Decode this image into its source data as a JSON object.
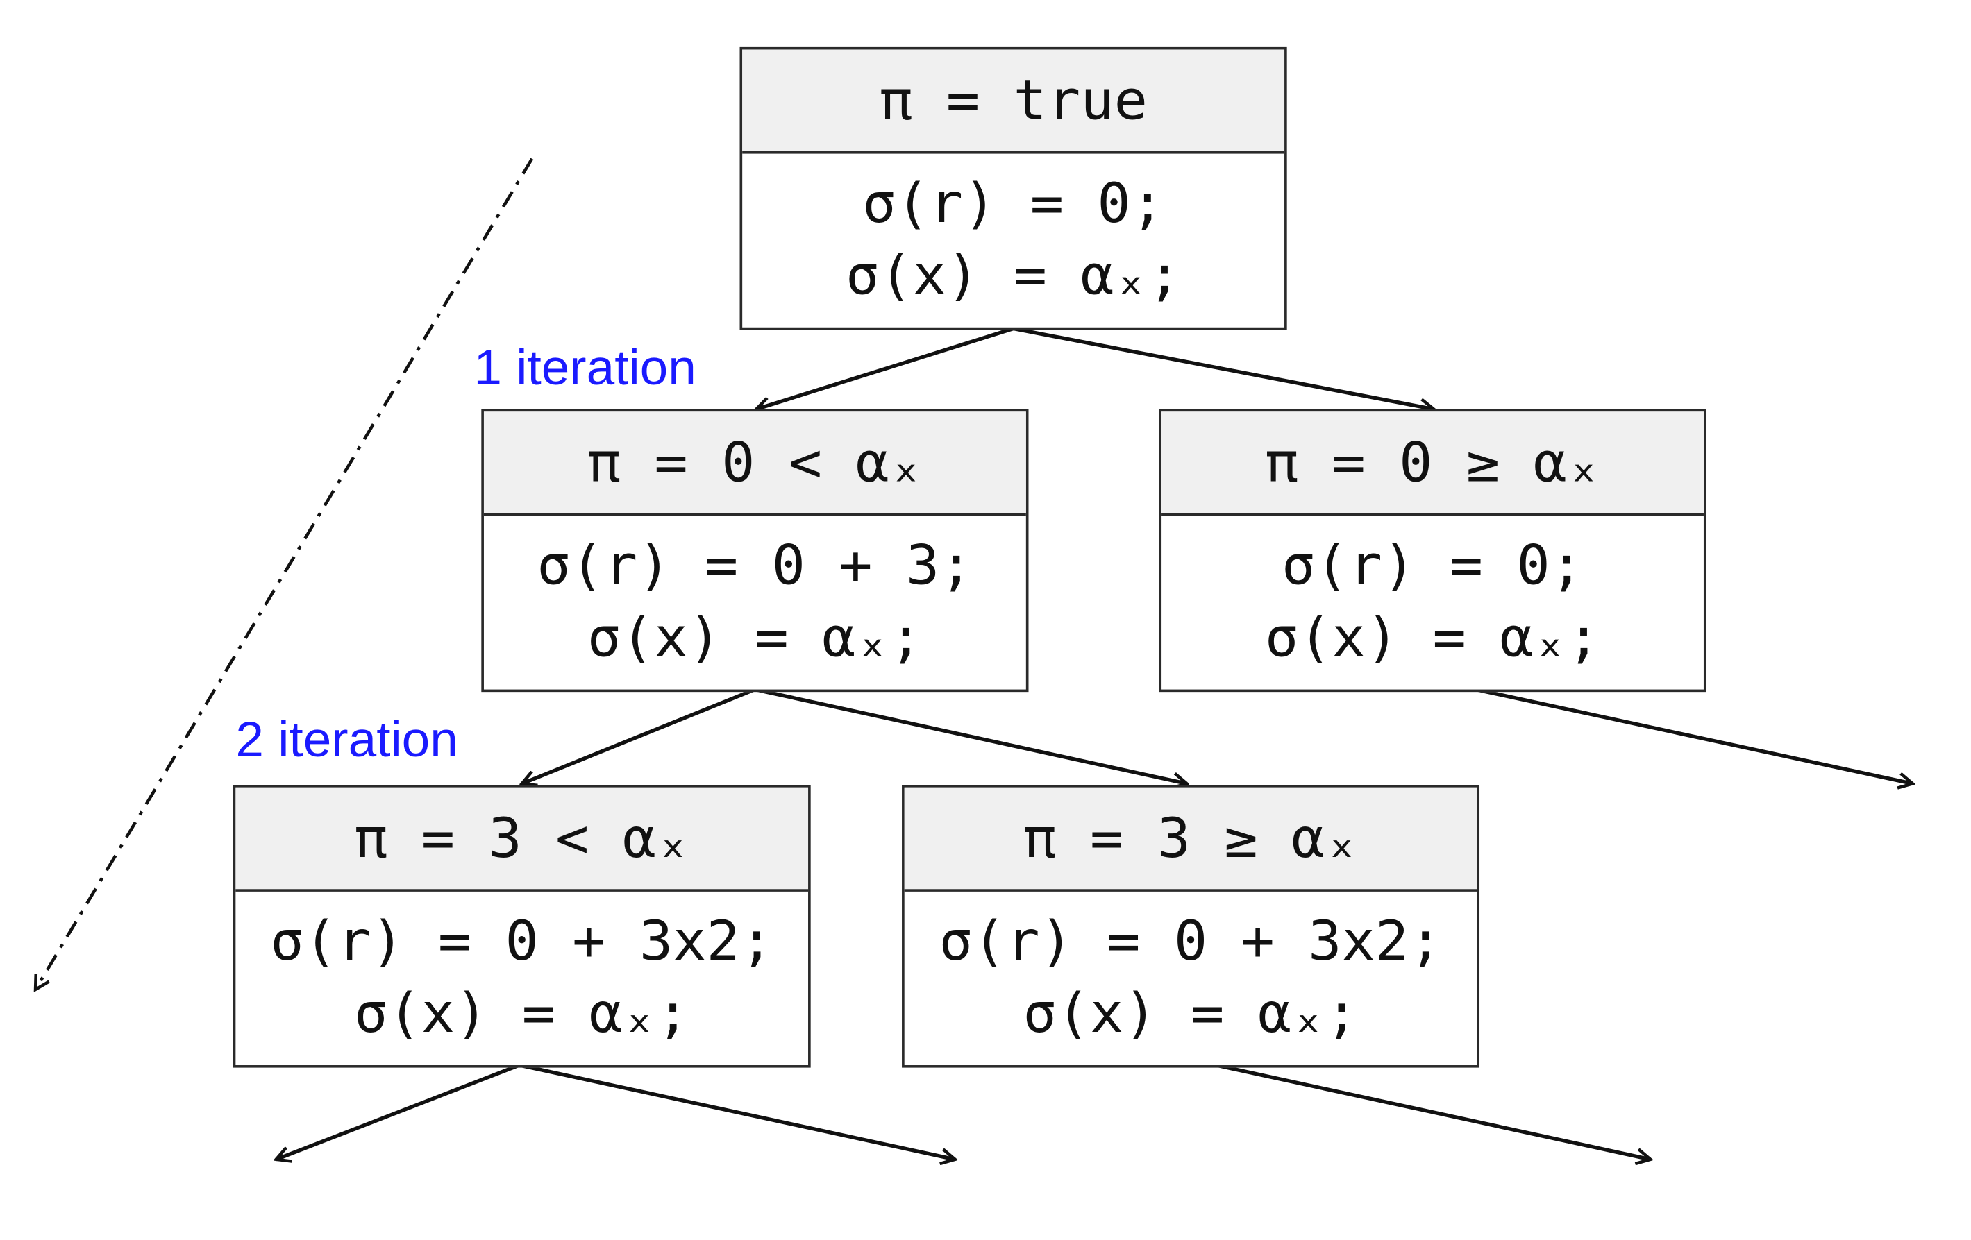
{
  "nodes": [
    {
      "condition": "π = true",
      "state": [
        "σ(r) = 0;",
        "σ(x) = αₓ;"
      ]
    },
    {
      "condition": "π = 0 < αₓ",
      "state": [
        "σ(r) = 0 + 3;",
        "σ(x) = αₓ;"
      ]
    },
    {
      "condition": "π = 0 ≥ αₓ",
      "state": [
        "σ(r) = 0;",
        "σ(x) = αₓ;"
      ]
    },
    {
      "condition": "π = 3 < αₓ",
      "state": [
        "σ(r) = 0 + 3x2;",
        "σ(x) = αₓ;"
      ]
    },
    {
      "condition": "π = 3 ≥ αₓ",
      "state": [
        "σ(r) = 0 + 3x2;",
        "σ(x) = αₓ;"
      ]
    }
  ],
  "labels": {
    "iteration_1": "1 iteration",
    "iteration_2": "2 iteration"
  },
  "colors": {
    "label": "#1a1aff",
    "header_fill": "#f0f0f0",
    "stroke": "#2a2a2a"
  }
}
